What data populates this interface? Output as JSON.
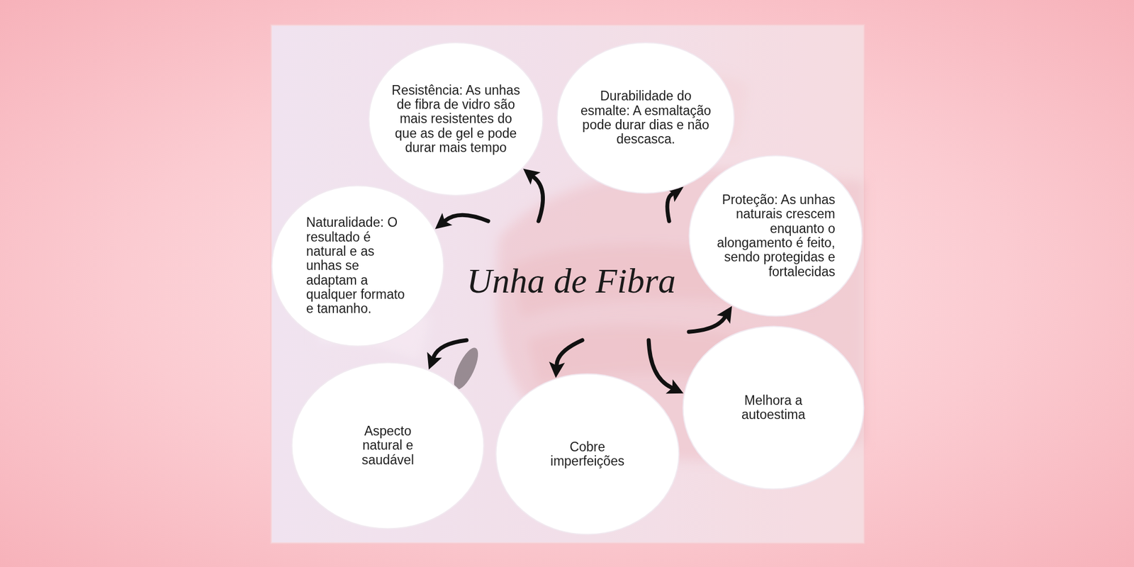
{
  "diagram": {
    "nodes": [
      {
        "text": [
          "Unha de Fibra"
        ]
      },
      {
        "text": [
          "Resistência: As unhas de fibra de vidro são mais resistentes do que as de gel e pode durar mais tempo"
        ]
      },
      {
        "text": [
          "Durabilidade do esmalte: A esmaltação pode durar dias e não descasca."
        ]
      },
      {
        "text": [
          "Proteção: As unhas naturais crescem enquanto o alongamento é feito, sendo protegidas e fortalecidas"
        ]
      },
      {
        "text": [
          "Naturalidade: O resultado é natural e as unhas se adaptam a qualquer formato e tamanho."
        ]
      },
      {
        "text": [
          "Aspecto natural e saudável"
        ]
      },
      {
        "text": [
          "Cobre imperfeições"
        ]
      },
      {
        "text": [
          "Melhora a autoestima"
        ]
      }
    ],
    "edges": [
      {
        "from": 0,
        "to": 1,
        "arrow": "to"
      },
      {
        "from": 0,
        "to": 2,
        "arrow": "to"
      },
      {
        "from": 0,
        "to": 3,
        "arrow": "to"
      },
      {
        "from": 0,
        "to": 4,
        "arrow": "to"
      },
      {
        "from": 0,
        "to": 5,
        "arrow": "to"
      },
      {
        "from": 0,
        "to": 6,
        "arrow": "to"
      },
      {
        "from": 0,
        "to": 7,
        "arrow": "to"
      }
    ]
  }
}
